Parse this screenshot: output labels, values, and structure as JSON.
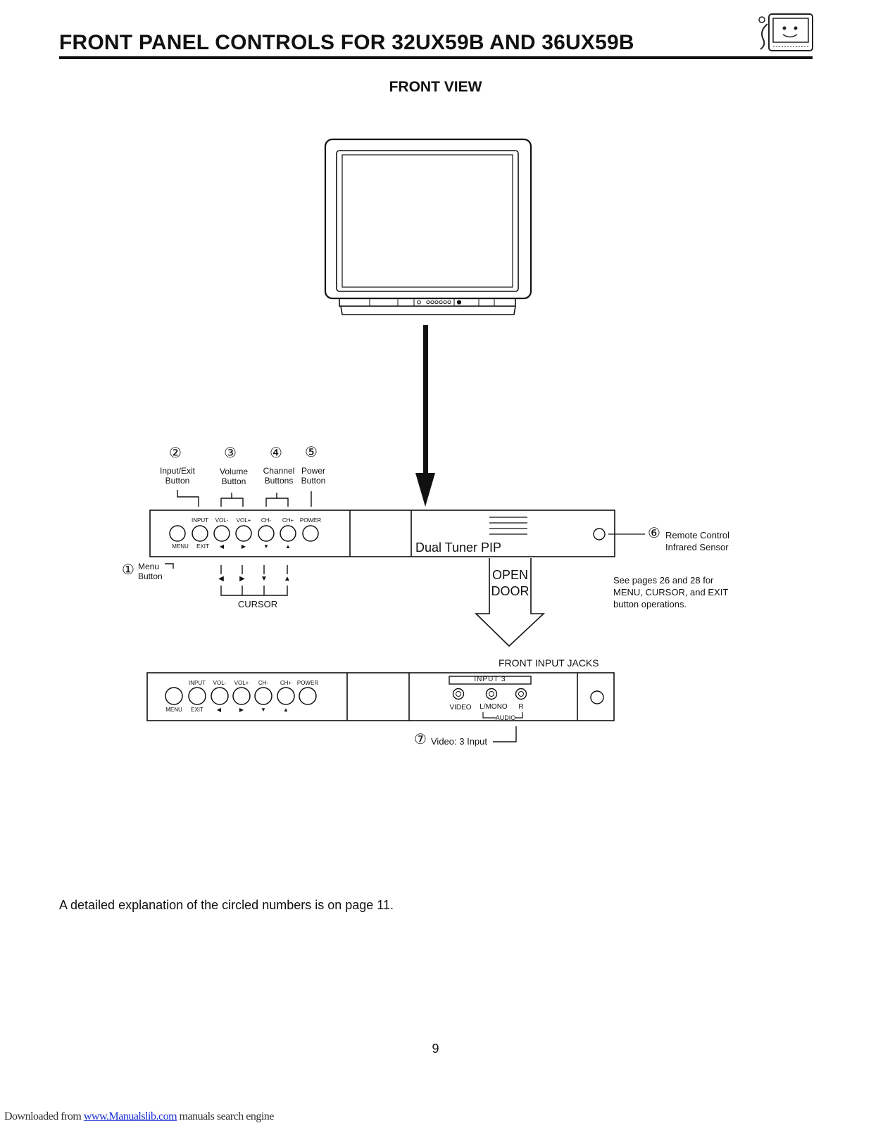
{
  "header": {
    "title": "FRONT PANEL CONTROLS FOR 32UX59B AND 36UX59B",
    "subtitle": "FRONT VIEW",
    "mascot_icon": "tv-mascot-icon"
  },
  "callouts": {
    "c1": {
      "num": "①",
      "line1": "Menu",
      "line2": "Button"
    },
    "c2": {
      "num": "②",
      "line1": "Input/Exit",
      "line2": "Button"
    },
    "c3": {
      "num": "③",
      "line1": "Volume",
      "line2": "Button"
    },
    "c4": {
      "num": "④",
      "line1": "Channel",
      "line2": "Buttons"
    },
    "c5": {
      "num": "⑤",
      "line1": "Power",
      "line2": "Button"
    },
    "c6": {
      "num": "⑥",
      "line1": "Remote Control",
      "line2": "Infrared Sensor"
    },
    "c7": {
      "num": "⑦",
      "label": "Video: 3 Input"
    }
  },
  "panel": {
    "buttons_top": [
      "INPUT",
      "VOL-",
      "VOL+",
      "CH-",
      "CH+",
      "POWER"
    ],
    "buttons_bottom": [
      "MENU",
      "EXIT",
      "◀",
      "▶",
      "▼",
      "▲"
    ],
    "pip_label": "Dual Tuner PIP",
    "cursor_label": "CURSOR",
    "cursor_arrows": [
      "◀",
      "▶",
      "▼",
      "▲"
    ]
  },
  "door": {
    "line1": "OPEN",
    "line2": "DOOR"
  },
  "see_pages": [
    "See pages 26 and 28 for",
    "MENU, CURSOR, and EXIT",
    "button operations."
  ],
  "jacks": {
    "heading": "FRONT INPUT JACKS",
    "input_label": "INPUT 3",
    "video": "VIDEO",
    "lmono": "L/MONO",
    "r": "R",
    "audio": "AUDIO"
  },
  "footnote": "A detailed explanation of the circled numbers is on page 11.",
  "page_number": "9",
  "footer": {
    "prefix": "Downloaded from ",
    "link": "www.Manualslib.com",
    "suffix": " manuals search engine"
  }
}
